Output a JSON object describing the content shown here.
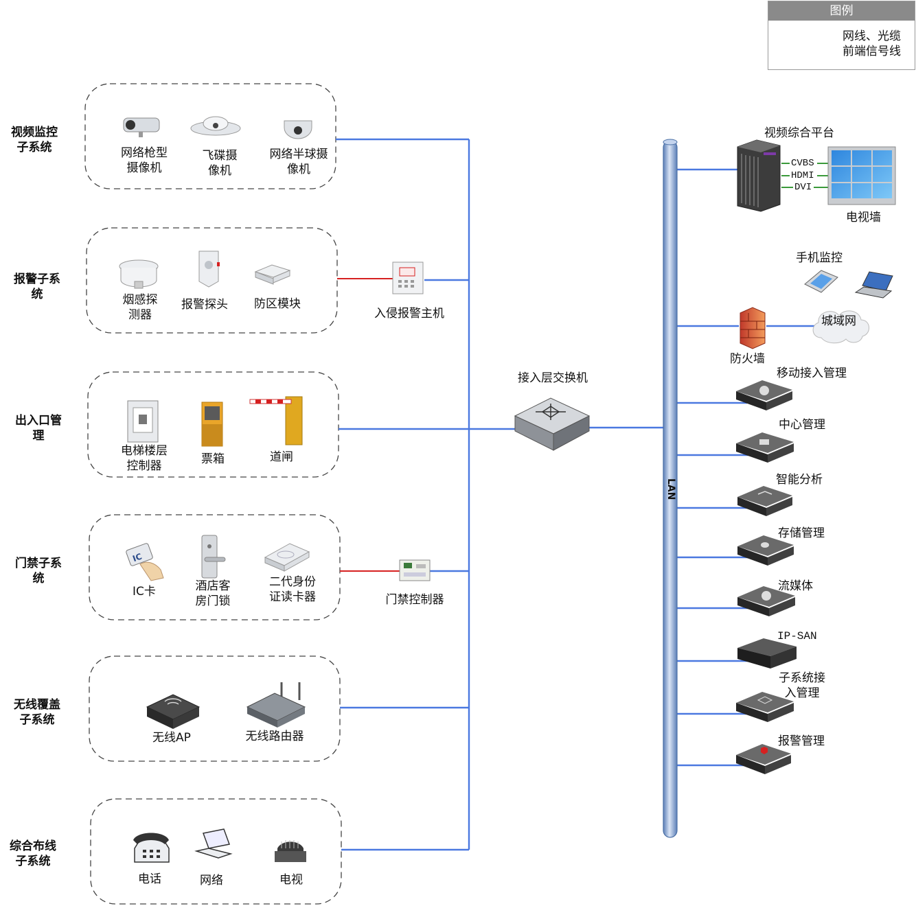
{
  "legend": {
    "title": "图例",
    "items": [
      {
        "label": "网线、光缆",
        "color": "#4a78e0"
      },
      {
        "label": "前端信号线",
        "color": "#d62020"
      }
    ]
  },
  "groups": [
    {
      "label": "视频监控\n子系统",
      "devices": [
        "网络枪型\n摄像机",
        "飞碟摄\n像机",
        "网络半球摄\n像机"
      ]
    },
    {
      "label": "报警子系\n统",
      "devices": [
        "烟感探\n测器",
        "报警探头",
        "防区模块"
      ]
    },
    {
      "label": "出入口管\n理",
      "devices": [
        "电梯楼层\n控制器",
        "票箱",
        "道闸"
      ]
    },
    {
      "label": "门禁子系\n统",
      "devices": [
        "IC卡",
        "酒店客\n房门锁",
        "二代身份\n证读卡器"
      ]
    },
    {
      "label": "无线覆盖\n子系统",
      "devices": [
        "无线AP",
        "无线路由器"
      ]
    },
    {
      "label": "综合布线\n子系统",
      "devices": [
        "电话",
        "网络",
        "电视"
      ]
    }
  ],
  "intermediates": {
    "alarm_host": "入侵报警主机",
    "door_controller": "门禁控制器",
    "access_switch": "接入层交换机"
  },
  "ic_icon_text": "IC",
  "backbone_label": "LAN",
  "platform": {
    "title": "视频综合平台",
    "signals": [
      "CVBS",
      "HDMI",
      "DVI"
    ],
    "tv_wall": "电视墙"
  },
  "mobile_monitor": "手机监控",
  "firewall": "防火墙",
  "wan": "城域网",
  "servers": [
    "移动接入管理",
    "中心管理",
    "智能分析",
    "存储管理",
    "流媒体",
    "IP-SAN",
    "子系统接\n入管理",
    "报警管理"
  ],
  "colors": {
    "network": "#4a78e0",
    "signal": "#d62020",
    "device": "#3d3d3d"
  }
}
